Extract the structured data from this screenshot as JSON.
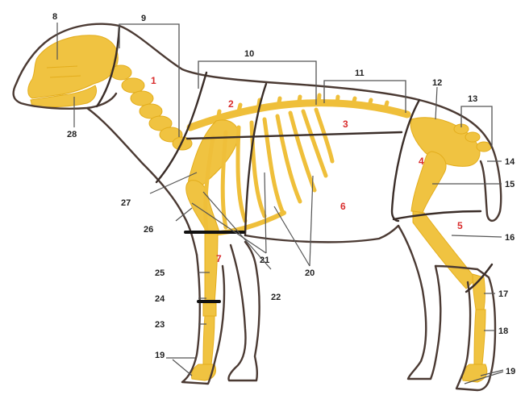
{
  "colors": {
    "bone": "#f0c341",
    "outline": "#4b3a33",
    "region_label": "#d92d2d",
    "callout_label": "#222222"
  },
  "region_labels": [
    "1",
    "2",
    "3",
    "4",
    "5",
    "6",
    "7"
  ],
  "callout_labels": [
    "8",
    "9",
    "10",
    "11",
    "12",
    "13",
    "14",
    "15",
    "16",
    "17",
    "18",
    "19",
    "19",
    "20",
    "21",
    "22",
    "23",
    "24",
    "25",
    "26",
    "27",
    "28"
  ]
}
